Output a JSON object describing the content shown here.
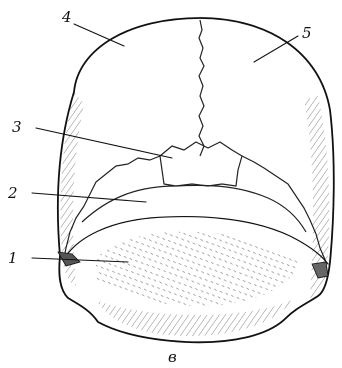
{
  "figure": {
    "caption": "в",
    "labels": [
      {
        "id": "1",
        "text": "1"
      },
      {
        "id": "2",
        "text": "2"
      },
      {
        "id": "3",
        "text": "3"
      },
      {
        "id": "4",
        "text": "4"
      },
      {
        "id": "5",
        "text": "5"
      }
    ]
  },
  "colors": {
    "ink": "#111111",
    "background": "#ffffff",
    "shade": "#555555"
  }
}
